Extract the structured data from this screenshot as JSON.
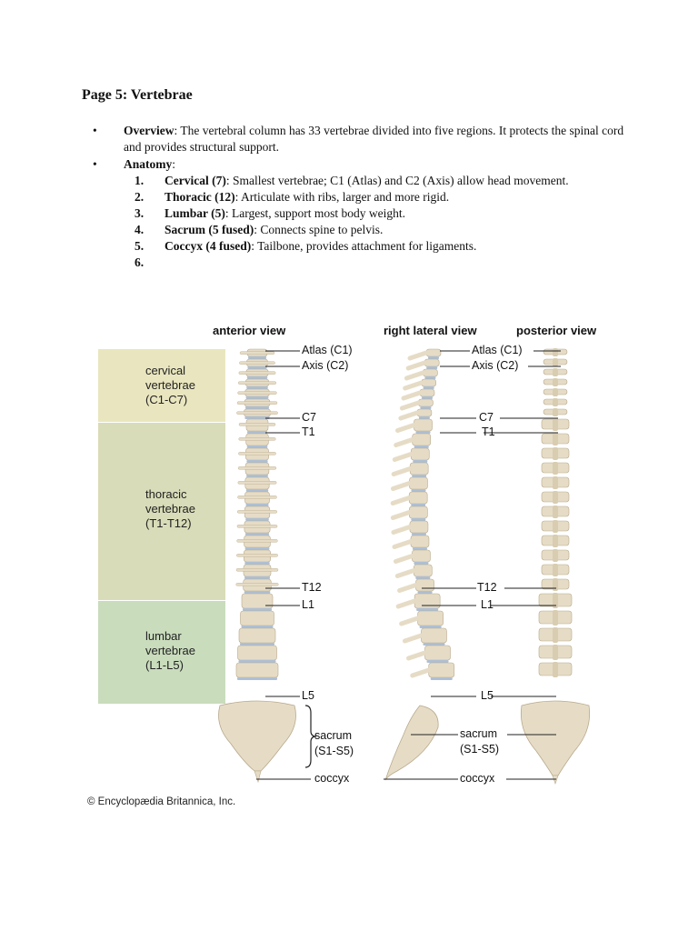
{
  "page": {
    "title": "Page 5: Vertebrae"
  },
  "overview": {
    "label": "Overview",
    "text": ": The vertebral column has 33 vertebrae divided into five regions. It protects the spinal cord and provides structural support."
  },
  "anatomy": {
    "label": "Anatomy",
    "colon": ":",
    "items": [
      {
        "num": "1.",
        "term": "Cervical (7)",
        "desc": ": Smallest vertebrae; C1 (Atlas) and C2 (Axis) allow head movement."
      },
      {
        "num": "2.",
        "term": "Thoracic (12)",
        "desc": ": Articulate with ribs, larger and more rigid."
      },
      {
        "num": "3.",
        "term": "Lumbar (5)",
        "desc": ": Largest, support most body weight."
      },
      {
        "num": "4.",
        "term": "Sacrum (5 fused)",
        "desc": ": Connects spine to pelvis."
      },
      {
        "num": "5.",
        "term": "Coccyx (4 fused)",
        "desc": ": Tailbone, provides attachment for ligaments."
      },
      {
        "num": "6.",
        "term": "",
        "desc": ""
      }
    ]
  },
  "figure": {
    "headings": {
      "anterior": "anterior view",
      "lateral": "right lateral view",
      "posterior": "posterior view"
    },
    "regions": {
      "cervical": [
        "cervical",
        "vertebrae",
        "(C1-C7)"
      ],
      "thoracic": [
        "thoracic",
        "vertebrae",
        "(T1-T12)"
      ],
      "lumbar": [
        "lumbar",
        "vertebrae",
        "(L1-L5)"
      ]
    },
    "labels": {
      "atlas": "Atlas (C1)",
      "axis": "Axis (C2)",
      "c7": "C7",
      "t1": "T1",
      "t12": "T12",
      "l1": "L1",
      "l5": "L5",
      "sacrum": "sacrum",
      "sacrum_range": "(S1-S5)",
      "coccyx": "coccyx"
    },
    "credit": "© Encyclopædia Britannica, Inc.",
    "colors": {
      "cervical_band": "#e9e6bf",
      "thoracic_band": "#d9dcb8",
      "lumbar_band": "#c9dcbc",
      "bone": "#e6dcc6",
      "disc": "#aebfd4"
    }
  }
}
